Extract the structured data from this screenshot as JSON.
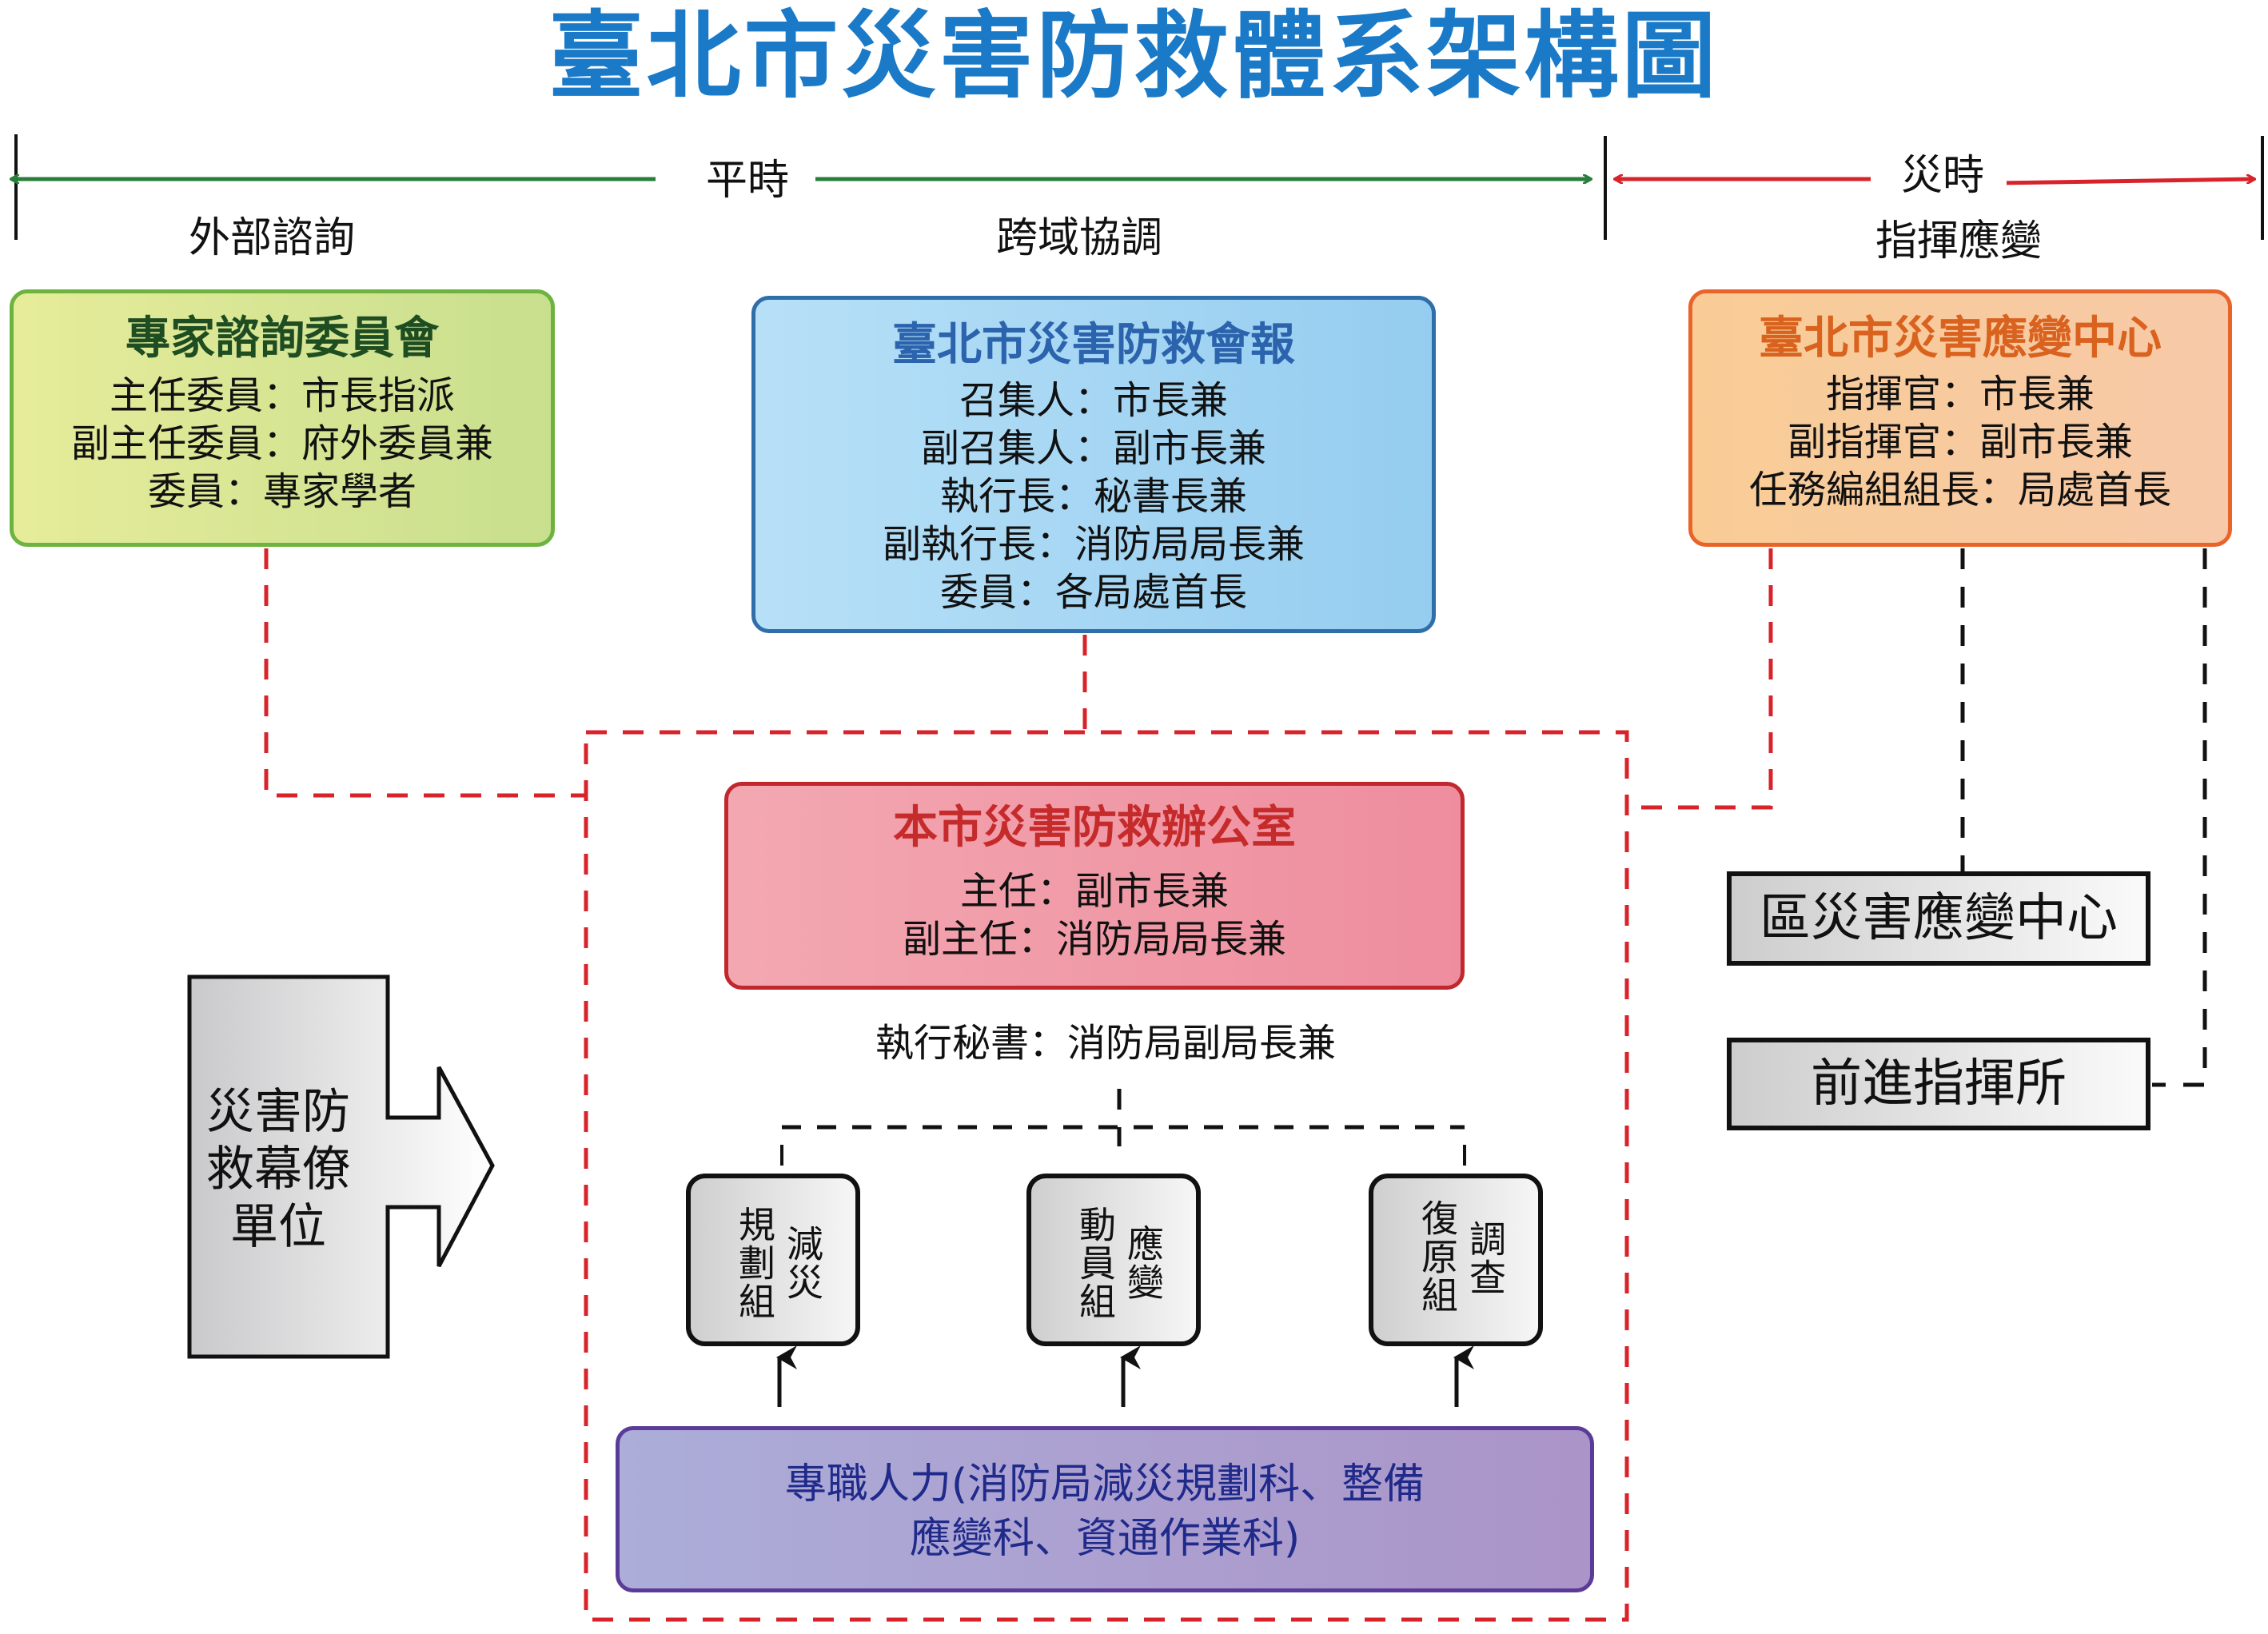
{
  "title": "臺北市災害防救體系架構圖",
  "timeline": {
    "peacetime_label": "平時",
    "disaster_label": "災時",
    "categories": {
      "external": "外部諮詢",
      "cross_domain": "跨域協調",
      "command": "指揮應變"
    },
    "colors": {
      "peacetime": "#2a7d3a",
      "disaster": "#d8232a"
    }
  },
  "expert_committee": {
    "title": "專家諮詢委員會",
    "lines": [
      "主任委員：市長指派",
      "副主任委員：府外委員兼",
      "委員：專家學者"
    ]
  },
  "disaster_council": {
    "title": "臺北市災害防救會報",
    "lines": [
      "召集人：市長兼",
      "副召集人：副市長兼",
      "執行長：秘書長兼",
      "副執行長：消防局局長兼",
      "委員：各局處首長"
    ]
  },
  "emergency_center": {
    "title": "臺北市災害應變中心",
    "lines": [
      "指揮官：市長兼",
      "副指揮官：副市長兼",
      "任務編組組長：局處首長"
    ]
  },
  "office": {
    "title": "本市災害防救辦公室",
    "lines": [
      "主任：副市長兼",
      "副主任：消防局局長兼"
    ],
    "executive_secretary": "執行秘書：消防局副局長兼"
  },
  "groups": [
    {
      "col1": "規劃組",
      "col2": "減災"
    },
    {
      "col1": "動員組",
      "col2": "應變"
    },
    {
      "col1": "復原組",
      "col2": "調查"
    }
  ],
  "dedicated_staff": {
    "line1": "專職人力(消防局減災規劃科、整備",
    "line2": "應變科、資通作業科)"
  },
  "staff_units": {
    "text": "災害防救幕僚單位"
  },
  "district_center": "區災害應變中心",
  "forward_command": "前進指揮所",
  "colors": {
    "title": "#1a7ac7",
    "dashed_red": "#d8232a"
  }
}
